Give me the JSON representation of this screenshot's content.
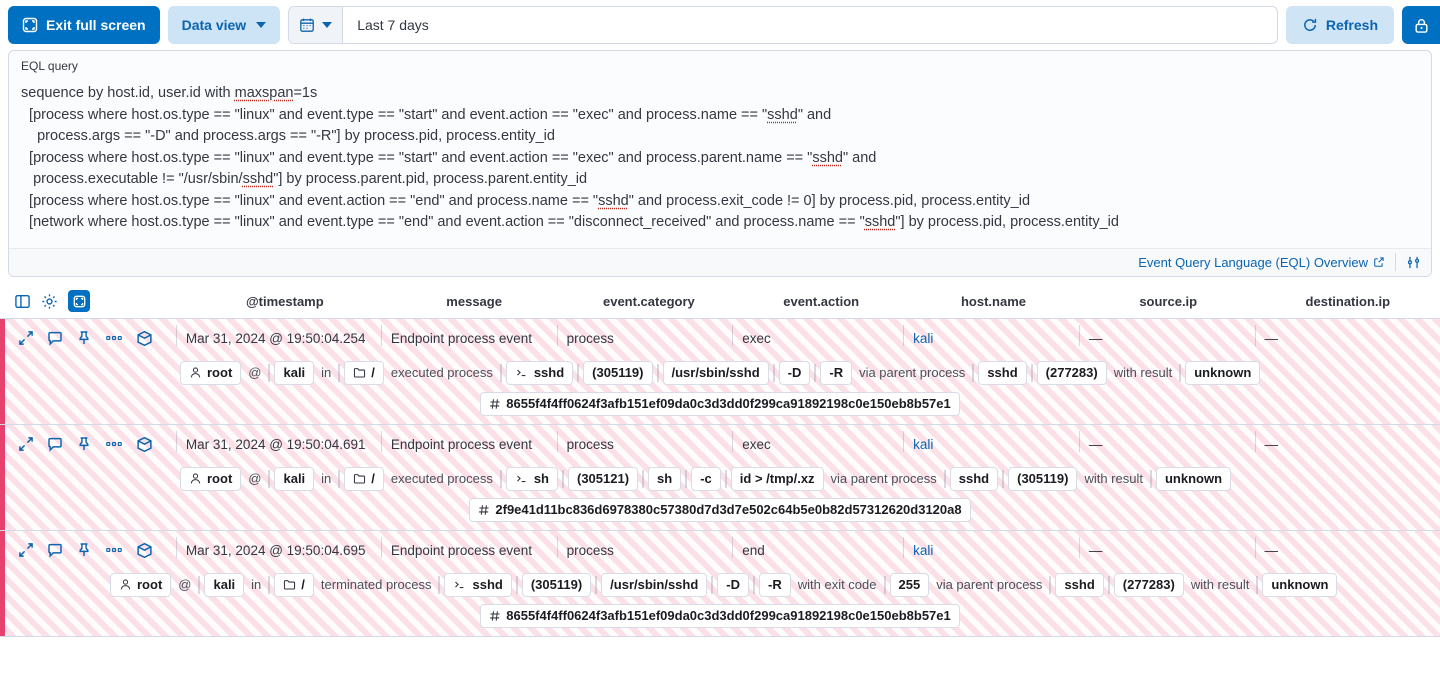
{
  "toolbar": {
    "exit_full_screen": "Exit full screen",
    "data_view": "Data view",
    "date_range": "Last 7 days",
    "refresh": "Refresh",
    "calendar_icon": "calendar-icon",
    "lock_icon": "lock-icon"
  },
  "eql": {
    "label": "EQL query",
    "lines": [
      "sequence by host.id, user.id with maxspan=1s",
      "  [process where host.os.type == \"linux\" and event.type == \"start\" and event.action == \"exec\" and process.name == \"sshd\" and",
      "    process.args == \"-D\" and process.args == \"-R\"] by process.pid, process.entity_id",
      "  [process where host.os.type == \"linux\" and event.type == \"start\" and event.action == \"exec\" and process.parent.name == \"sshd\" and",
      "   process.executable != \"/usr/sbin/sshd\"] by process.parent.pid, process.parent.entity_id",
      "  [process where host.os.type == \"linux\" and event.action == \"end\" and process.name == \"sshd\" and process.exit_code != 0] by process.pid, process.entity_id",
      "  [network where host.os.type == \"linux\" and event.type == \"end\" and event.action == \"disconnect_received\" and process.name == \"sshd\"] by process.pid, process.entity_id"
    ],
    "footer_link": "Event Query Language (EQL) Overview",
    "settings_icon": "filter-settings-icon",
    "external_link_icon": "external-link-icon"
  },
  "grid": {
    "header_icons": [
      "columns-icon",
      "gear-icon",
      "full-screen-icon"
    ],
    "columns": [
      "@timestamp",
      "message",
      "event.category",
      "event.action",
      "host.name",
      "source.ip",
      "destination.ip"
    ],
    "row_action_icons": [
      "expand-icon",
      "comment-icon",
      "pin-icon",
      "ellipsis-icon",
      "cube-icon"
    ],
    "rows": [
      {
        "timestamp": "Mar 31, 2024 @ 19:50:04.254",
        "message": "Endpoint process event",
        "event_category": "process",
        "event_action": "exec",
        "host_name": "kali",
        "source_ip": "—",
        "destination_ip": "—",
        "tokens": [
          {
            "t": "badge",
            "v": "root",
            "icon": "user-icon"
          },
          {
            "t": "conj",
            "v": "@"
          },
          {
            "t": "sep"
          },
          {
            "t": "badge",
            "v": "kali"
          },
          {
            "t": "conj",
            "v": "in"
          },
          {
            "t": "sep"
          },
          {
            "t": "badge",
            "v": "/",
            "icon": "folder-icon"
          },
          {
            "t": "conj",
            "v": "executed process"
          },
          {
            "t": "sep"
          },
          {
            "t": "badge",
            "v": "sshd",
            "icon": "console-icon"
          },
          {
            "t": "sep"
          },
          {
            "t": "badge",
            "v": "(305119)"
          },
          {
            "t": "sep"
          },
          {
            "t": "badge",
            "v": "/usr/sbin/sshd"
          },
          {
            "t": "sep"
          },
          {
            "t": "badge",
            "v": "-D"
          },
          {
            "t": "sep"
          },
          {
            "t": "badge",
            "v": "-R"
          },
          {
            "t": "conj",
            "v": "via parent process"
          },
          {
            "t": "sep"
          },
          {
            "t": "badge",
            "v": "sshd"
          },
          {
            "t": "sep"
          },
          {
            "t": "badge",
            "v": "(277283)"
          },
          {
            "t": "conj",
            "v": "with result"
          },
          {
            "t": "sep"
          },
          {
            "t": "badge",
            "v": "unknown"
          }
        ],
        "hash": "8655f4f4ff0624f3afb151ef09da0c3d3dd0f299ca91892198c0e150eb8b57e1"
      },
      {
        "timestamp": "Mar 31, 2024 @ 19:50:04.691",
        "message": "Endpoint process event",
        "event_category": "process",
        "event_action": "exec",
        "host_name": "kali",
        "source_ip": "—",
        "destination_ip": "—",
        "tokens": [
          {
            "t": "badge",
            "v": "root",
            "icon": "user-icon"
          },
          {
            "t": "conj",
            "v": "@"
          },
          {
            "t": "sep"
          },
          {
            "t": "badge",
            "v": "kali"
          },
          {
            "t": "conj",
            "v": "in"
          },
          {
            "t": "sep"
          },
          {
            "t": "badge",
            "v": "/",
            "icon": "folder-icon"
          },
          {
            "t": "conj",
            "v": "executed process"
          },
          {
            "t": "sep"
          },
          {
            "t": "badge",
            "v": "sh",
            "icon": "console-icon"
          },
          {
            "t": "sep"
          },
          {
            "t": "badge",
            "v": "(305121)"
          },
          {
            "t": "sep"
          },
          {
            "t": "badge",
            "v": "sh"
          },
          {
            "t": "sep"
          },
          {
            "t": "badge",
            "v": "-c"
          },
          {
            "t": "sep"
          },
          {
            "t": "badge",
            "v": "id > /tmp/.xz"
          },
          {
            "t": "conj",
            "v": "via parent process"
          },
          {
            "t": "sep"
          },
          {
            "t": "badge",
            "v": "sshd"
          },
          {
            "t": "sep"
          },
          {
            "t": "badge",
            "v": "(305119)"
          },
          {
            "t": "conj",
            "v": "with result"
          },
          {
            "t": "sep"
          },
          {
            "t": "badge",
            "v": "unknown"
          }
        ],
        "hash": "2f9e41d11bc836d6978380c57380d7d3d7e502c64b5e0b82d57312620d3120a8"
      },
      {
        "timestamp": "Mar 31, 2024 @ 19:50:04.695",
        "message": "Endpoint process event",
        "event_category": "process",
        "event_action": "end",
        "host_name": "kali",
        "source_ip": "—",
        "destination_ip": "—",
        "tokens": [
          {
            "t": "badge",
            "v": "root",
            "icon": "user-icon"
          },
          {
            "t": "conj",
            "v": "@"
          },
          {
            "t": "sep"
          },
          {
            "t": "badge",
            "v": "kali"
          },
          {
            "t": "conj",
            "v": "in"
          },
          {
            "t": "sep"
          },
          {
            "t": "badge",
            "v": "/",
            "icon": "folder-icon"
          },
          {
            "t": "conj",
            "v": "terminated process"
          },
          {
            "t": "sep"
          },
          {
            "t": "badge",
            "v": "sshd",
            "icon": "console-icon"
          },
          {
            "t": "sep"
          },
          {
            "t": "badge",
            "v": "(305119)"
          },
          {
            "t": "sep"
          },
          {
            "t": "badge",
            "v": "/usr/sbin/sshd"
          },
          {
            "t": "sep"
          },
          {
            "t": "badge",
            "v": "-D"
          },
          {
            "t": "sep"
          },
          {
            "t": "badge",
            "v": "-R"
          },
          {
            "t": "conj",
            "v": "with exit code"
          },
          {
            "t": "sep"
          },
          {
            "t": "badge",
            "v": "255"
          },
          {
            "t": "conj",
            "v": "via parent process"
          },
          {
            "t": "sep"
          },
          {
            "t": "badge",
            "v": "sshd"
          },
          {
            "t": "sep"
          },
          {
            "t": "badge",
            "v": "(277283)"
          },
          {
            "t": "conj",
            "v": "with result"
          },
          {
            "t": "sep"
          },
          {
            "t": "badge",
            "v": "unknown"
          }
        ],
        "hash": "8655f4f4ff0624f3afb151ef09da0c3d3dd0f299ca91892198c0e150eb8b57e1"
      }
    ]
  },
  "colors": {
    "primary": "#0071c2",
    "row_accent": "#e7426d",
    "link": "#0b64b0"
  }
}
